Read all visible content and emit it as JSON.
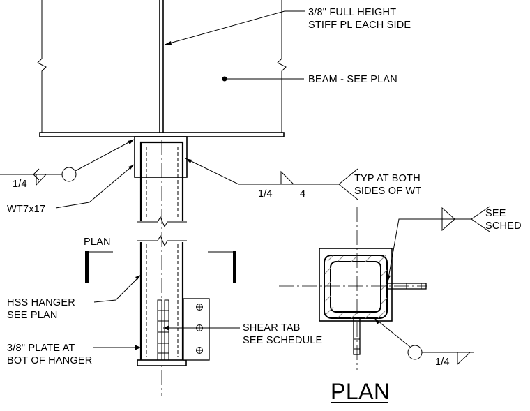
{
  "drawing": {
    "labels": {
      "stiff_pl_line1": "3/8\" FULL HEIGHT",
      "stiff_pl_line2": "STIFF PL EACH SIDE",
      "beam": "BEAM - SEE PLAN",
      "weld_left": "1/4",
      "weld_center": "1/4",
      "weld_center_length": "4",
      "typ_line1": "TYP AT BOTH",
      "typ_line2": "SIDES OF WT",
      "wt": "WT7x17",
      "see_line1": "SEE",
      "see_line2": "SCHED",
      "plan_small": "PLAN",
      "hss_line1": "HSS HANGER",
      "hss_line2": "SEE PLAN",
      "shear_line1": "SHEAR TAB",
      "shear_line2": "SEE SCHEDULE",
      "plate_line1": "3/8\" PLATE AT",
      "plate_line2": "BOT OF HANGER",
      "weld_bottom": "1/4",
      "plan_title": "PLAN"
    }
  }
}
